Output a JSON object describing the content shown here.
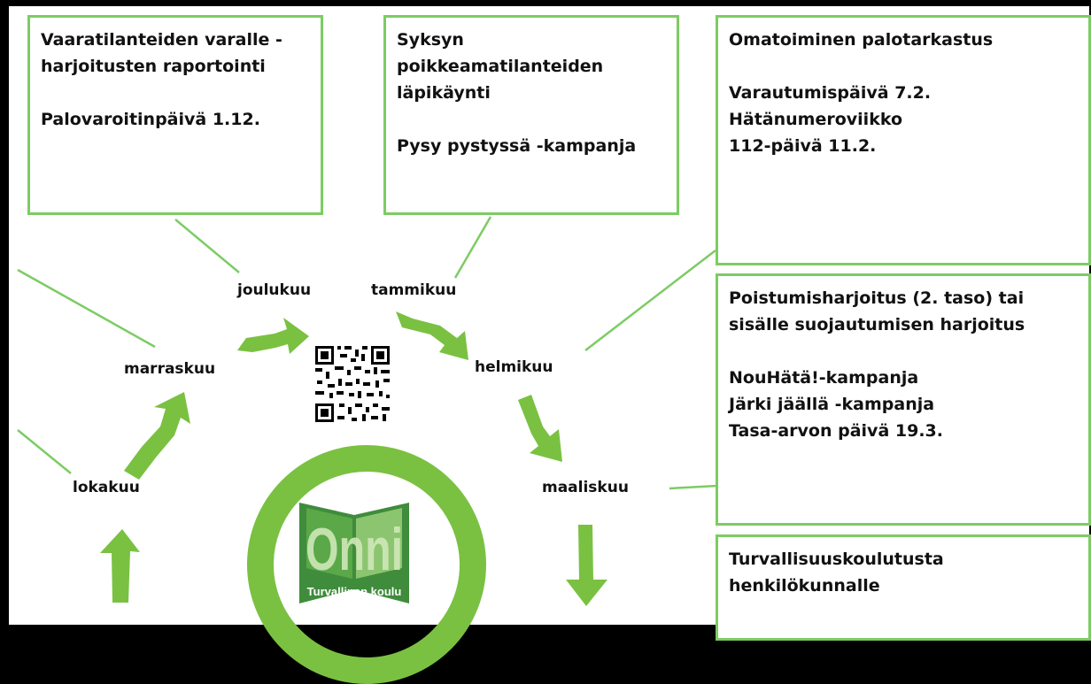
{
  "boxes": {
    "december": {
      "title_line1": "Vaaratilanteiden varalle -",
      "title_line2": "harjoitusten raportointi",
      "item1": "Palovaroitinpäivä 1.12."
    },
    "january": {
      "line1": "Syksyn",
      "line2": "poikkeamatilanteiden",
      "line3": "läpikäynti",
      "item1": "Pysy pystyssä -kampanja"
    },
    "february": {
      "title": "Omatoiminen palotarkastus",
      "item1": "Varautumispäivä 7.2.",
      "item2": "Hätänumeroviikko",
      "item3": "112-päivä 11.2."
    },
    "march": {
      "line1": "Poistumisharjoitus (2. taso) tai",
      "line2": "sisälle suojautumisen harjoitus",
      "item1": "NouHätä!-kampanja",
      "item2": "Järki jäällä -kampanja",
      "item3": "Tasa-arvon päivä 19.3."
    },
    "april": {
      "line1": "Turvallisuuskoulutusta",
      "line2": "henkilökunnalle"
    }
  },
  "months": {
    "lokakuu": "lokakuu",
    "marraskuu": "marraskuu",
    "joulukuu": "joulukuu",
    "tammikuu": "tammikuu",
    "helmikuu": "helmikuu",
    "maaliskuu": "maaliskuu"
  },
  "logo": {
    "brand": "Onni",
    "subtitle": "Turvallinen koulu"
  },
  "colors": {
    "accent_green": "#7ac142",
    "box_border": "#7ccc63",
    "logo_dark_green": "#3f8c3c"
  }
}
